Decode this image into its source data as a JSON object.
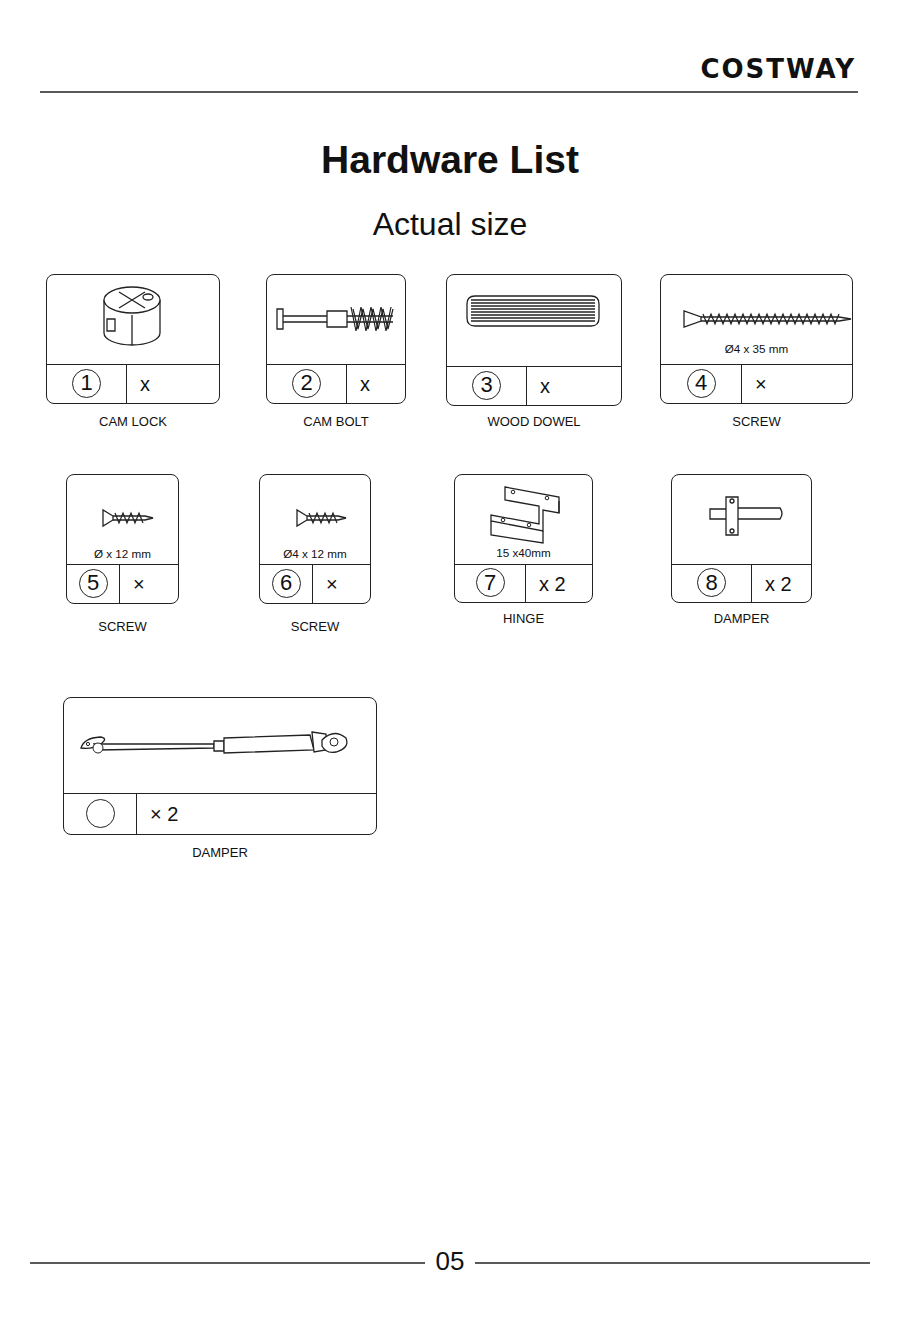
{
  "diagram": {
    "title": "Hardware List",
    "nodes": [
      {
        "text": [
          "1",
          "x",
          "CAM LOCK"
        ]
      },
      {
        "text": [
          "2",
          "x",
          "CAM BOLT"
        ]
      },
      {
        "text": [
          "3",
          "x",
          "WOOD DOWEL"
        ]
      },
      {
        "text": [
          "Ø4 x 35 mm",
          "4",
          "×",
          "SCREW"
        ]
      },
      {
        "text": [
          "Ø x 12 mm",
          "5",
          "×",
          "SCREW"
        ]
      },
      {
        "text": [
          "Ø4 x 12 mm",
          "6",
          "×",
          "SCREW"
        ]
      },
      {
        "text": [
          "15 x40mm",
          "7",
          "x 2",
          "HINGE"
        ]
      },
      {
        "text": [
          "8",
          "x 2",
          "DAMPER"
        ]
      },
      {
        "text": [
          "× 2",
          "DAMPER"
        ]
      }
    ],
    "labels": [
      "COSTWAY",
      "Actual size",
      "05"
    ]
  }
}
